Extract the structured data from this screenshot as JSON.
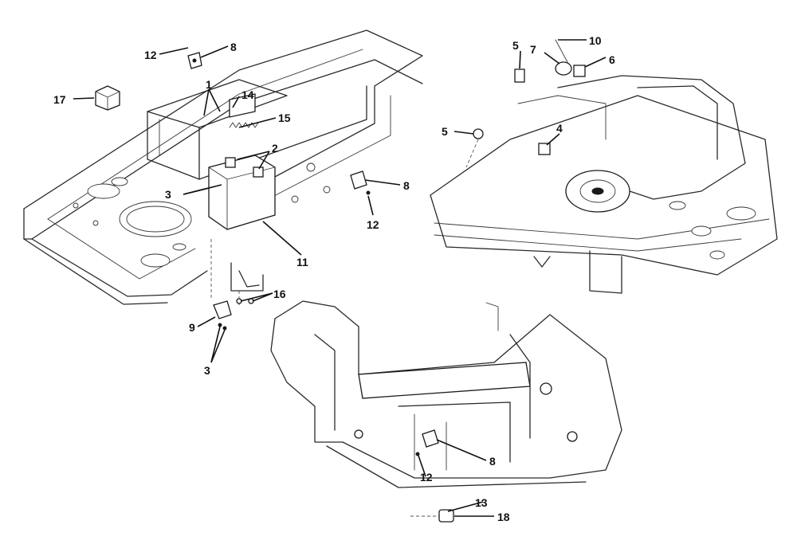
{
  "callouts": {
    "c1": "1",
    "c2": "2",
    "c3a": "3",
    "c3b": "3",
    "c4": "4",
    "c5a": "5",
    "c5b": "5",
    "c6": "6",
    "c7": "7",
    "c8a": "8",
    "c8b": "8",
    "c8c": "8",
    "c9": "9",
    "c10": "10",
    "c11": "11",
    "c12a": "12",
    "c12b": "12",
    "c12c": "12",
    "c13": "13",
    "c14": "14",
    "c15": "15",
    "c16": "16",
    "c17": "17",
    "c18": "18"
  }
}
